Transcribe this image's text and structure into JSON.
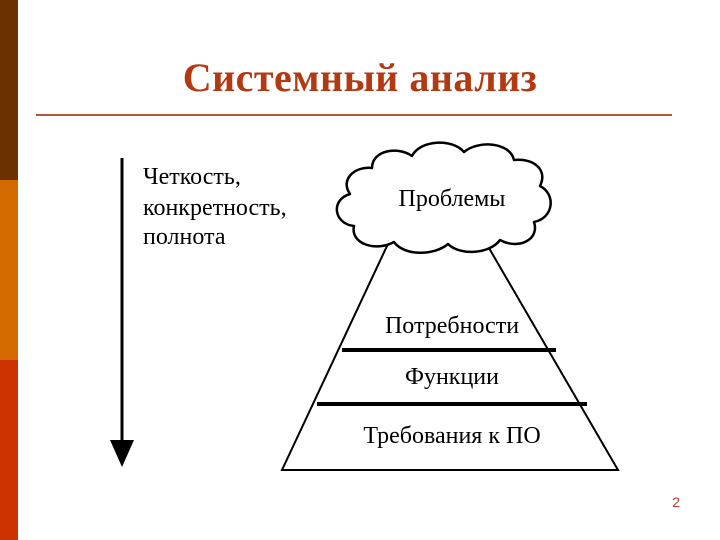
{
  "slide": {
    "title": "Системный анализ",
    "page_number": "2"
  },
  "arrow_label": [
    "Четкость,",
    "конкретность,",
    "полнота"
  ],
  "cloud_label": "Проблемы",
  "pyramid": {
    "levels": [
      "Потребности",
      "Функции",
      "Требования к ПО"
    ]
  },
  "colors": {
    "title": "#b23a12",
    "rule": "#b5553a",
    "bar_top": "#6b3200",
    "bar_mid": "#d26a00",
    "bar_bottom": "#cc3300"
  }
}
